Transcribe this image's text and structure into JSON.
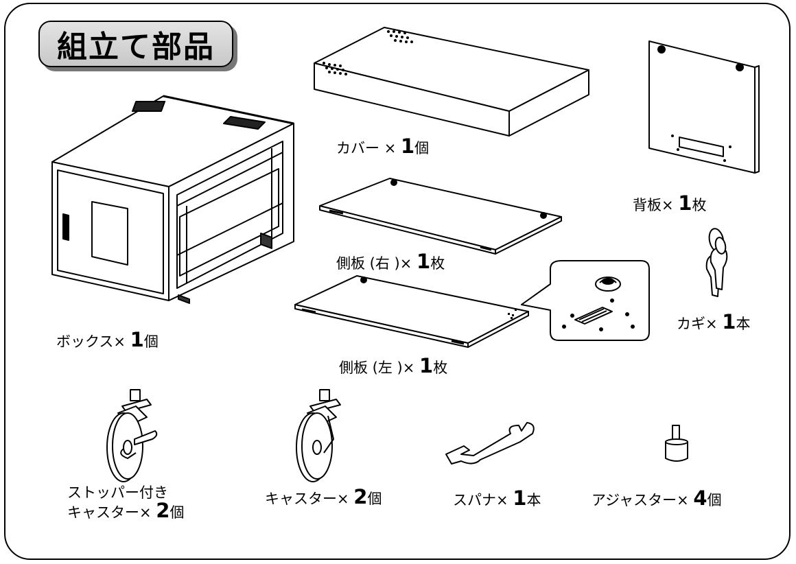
{
  "title": "組立て部品",
  "parts": {
    "box": {
      "name": "ボックス",
      "times": "×",
      "qty": "1",
      "unit": "個"
    },
    "cover": {
      "name": "カバー",
      "times": "×",
      "qty": "1",
      "unit": "個"
    },
    "back": {
      "name": "背板",
      "times": "×",
      "qty": "1",
      "unit": "枚"
    },
    "side_r": {
      "name": "側板 (右 )",
      "times": "×",
      "qty": "1",
      "unit": "枚"
    },
    "side_l": {
      "name": "側板 (左 )",
      "times": "×",
      "qty": "1",
      "unit": "枚"
    },
    "key": {
      "name": "カギ",
      "times": "×",
      "qty": "1",
      "unit": "本"
    },
    "caster_stop": {
      "line1": "ストッパー付き",
      "name": "キャスター",
      "times": "×",
      "qty": "2",
      "unit": "個"
    },
    "caster": {
      "name": "キャスター",
      "times": "×",
      "qty": "2",
      "unit": "個"
    },
    "spanner": {
      "name": "スパナ",
      "times": "×",
      "qty": "1",
      "unit": "本"
    },
    "adjuster": {
      "name": "アジャスター",
      "times": "×",
      "qty": "4",
      "unit": "個"
    }
  }
}
